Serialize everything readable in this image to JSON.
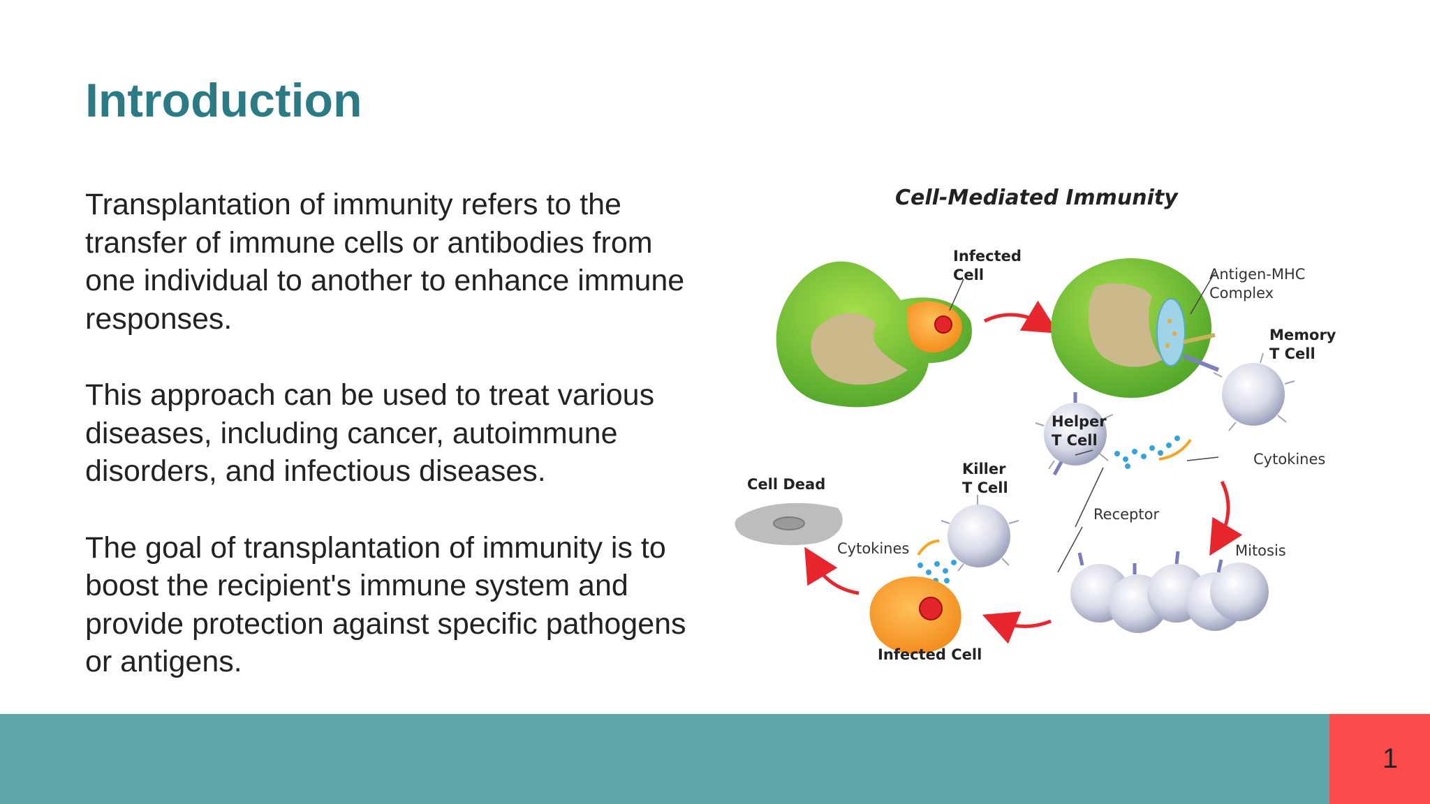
{
  "slide": {
    "title": "Introduction",
    "paragraphs": [
      "Transplantation of immunity refers to the transfer of immune cells or antibodies from one individual to another to enhance immune responses.",
      "This approach can be used to treat various diseases, including cancer, autoimmune disorders, and infectious diseases.",
      "The goal of transplantation of immunity is to boost the recipient's immune system and provide protection against specific pathogens or antigens."
    ],
    "page_number": "1"
  },
  "figure": {
    "title": "Cell-Mediated Immunity",
    "labels": {
      "infected_cell_top_line1": "Infected",
      "infected_cell_top_line2": "Cell",
      "antigen_mhc_line1": "Antigen-MHC",
      "antigen_mhc_line2": "Complex",
      "memory_line1": "Memory",
      "memory_line2": "T Cell",
      "helper_line1": "Helper",
      "helper_line2": "T Cell",
      "cytokines_right": "Cytokines",
      "killer_line1": "Killer",
      "killer_line2": "T Cell",
      "cell_dead": "Cell Dead",
      "receptor": "Receptor",
      "mitosis": "Mitosis",
      "cytokines_left": "Cytokines",
      "infected_cell_bottom": "Infected Cell"
    }
  },
  "colors": {
    "title": "#2a7b86",
    "footer": "#5fa8aa",
    "page_box": "#fb4a4a"
  }
}
